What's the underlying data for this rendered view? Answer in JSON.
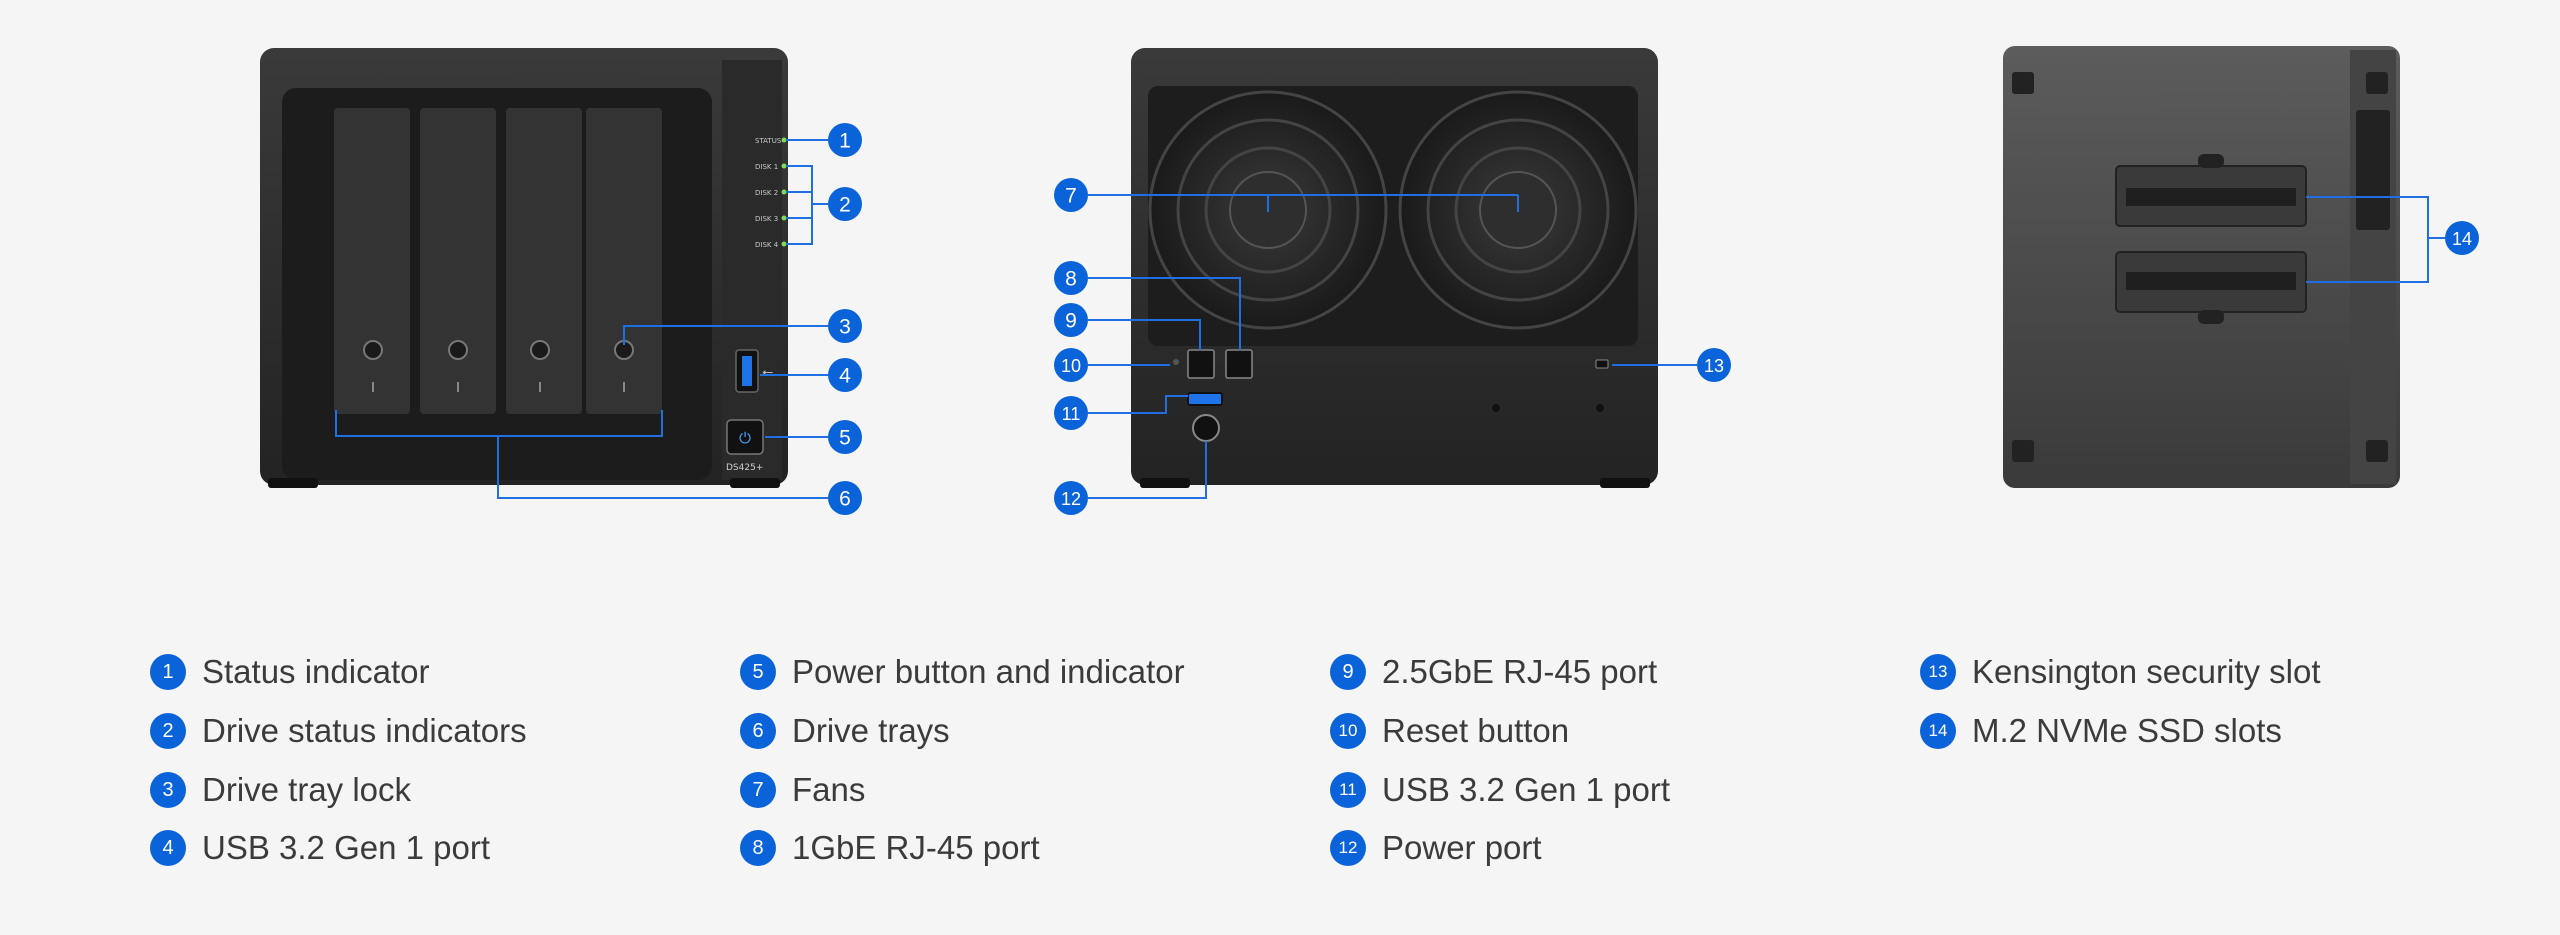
{
  "views": {
    "front": {
      "led_labels": [
        "STATUS",
        "DISK 1",
        "DISK 2",
        "DISK 3",
        "DISK 4"
      ],
      "model_label": "DS425+"
    },
    "back": {},
    "bottom": {}
  },
  "callouts": [
    "1",
    "2",
    "3",
    "4",
    "5",
    "6",
    "7",
    "8",
    "9",
    "10",
    "11",
    "12",
    "13",
    "14"
  ],
  "legend": [
    {
      "num": "1",
      "label": "Status indicator"
    },
    {
      "num": "2",
      "label": "Drive status indicators"
    },
    {
      "num": "3",
      "label": "Drive tray lock"
    },
    {
      "num": "4",
      "label": "USB 3.2 Gen 1 port"
    },
    {
      "num": "5",
      "label": "Power button and indicator"
    },
    {
      "num": "6",
      "label": "Drive trays"
    },
    {
      "num": "7",
      "label": "Fans"
    },
    {
      "num": "8",
      "label": "1GbE RJ-45 port"
    },
    {
      "num": "9",
      "label": "2.5GbE RJ-45 port"
    },
    {
      "num": "10",
      "label": "Reset button"
    },
    {
      "num": "11",
      "label": "USB 3.2 Gen 1 port"
    },
    {
      "num": "12",
      "label": "Power port"
    },
    {
      "num": "13",
      "label": "Kensington security slot"
    },
    {
      "num": "14",
      "label": "M.2 NVMe SSD slots"
    }
  ],
  "colors": {
    "accent": "#0a63d9",
    "device": "#2b2b2b",
    "background": "#f5f5f5"
  }
}
